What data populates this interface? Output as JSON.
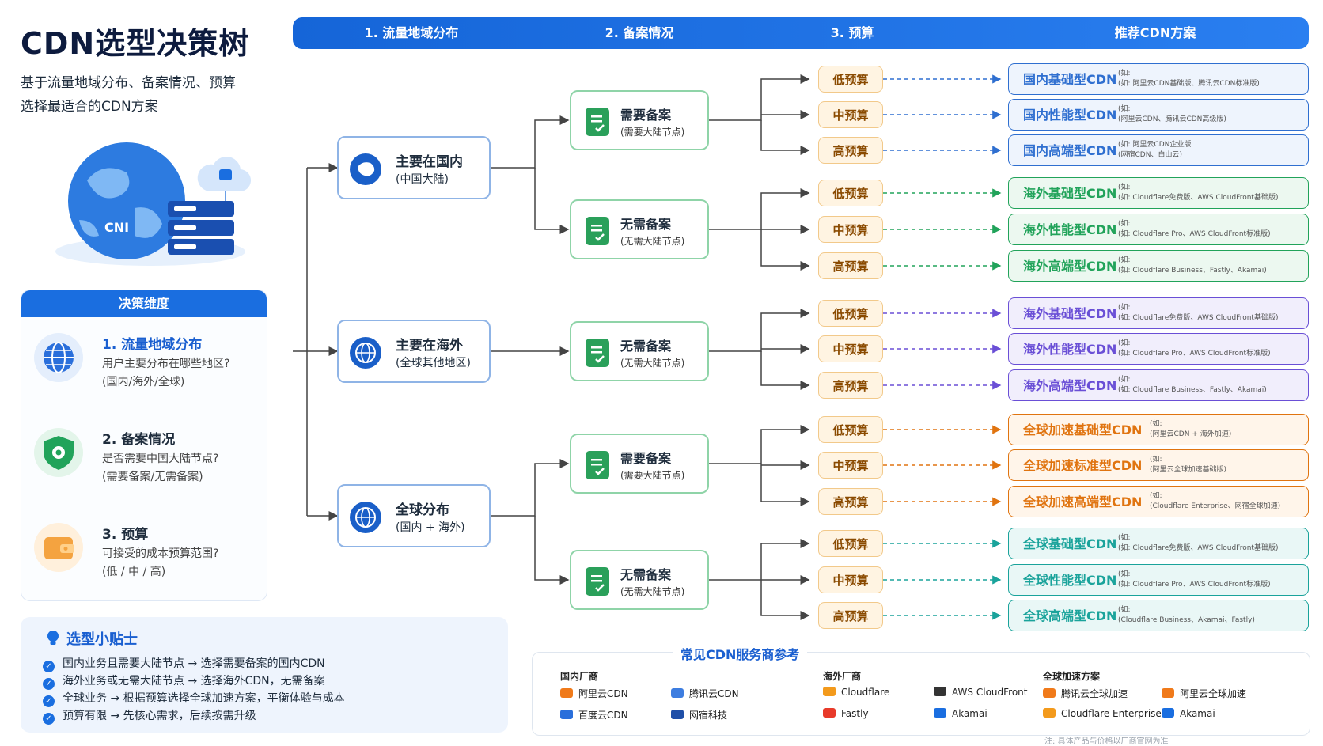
{
  "title": "CDN选型决策树",
  "subtitle_lines": [
    "基于流量地域分布、备案情况、预算",
    "选择最适合的CDN方案"
  ],
  "header": {
    "col1": "1. 流量地域分布",
    "col2": "2. 备案情况",
    "col3": "3. 预算",
    "col4": "推荐CDN方案"
  },
  "dimensions": {
    "title": "决策维度",
    "items": [
      {
        "title": "1. 流量地域分布",
        "desc1": "用户主要分布在哪些地区?",
        "desc2": "(国内/海外/全球)"
      },
      {
        "title": "2. 备案情况",
        "desc1": "是否需要中国大陆节点?",
        "desc2": "(需要备案/无需备案)"
      },
      {
        "title": "3. 预算",
        "desc1": "可接受的成本预算范围?",
        "desc2": "(低 / 中 / 高)"
      }
    ]
  },
  "tips": {
    "title": "选型小贴士",
    "items": [
      "国内业务且需要大陆节点 → 选择需要备案的国内CDN",
      "海外业务或无需大陆节点 → 选择海外CDN，无需备案",
      "全球业务 → 根据预算选择全球加速方案，平衡体验与成本",
      "预算有限 → 先核心需求，后续按需升级"
    ]
  },
  "regions": [
    {
      "title": "主要在国内",
      "desc": "(中国大陆)"
    },
    {
      "title": "主要在海外",
      "desc": "(全球其他地区)"
    },
    {
      "title": "全球分布",
      "desc": "(国内 + 海外)"
    }
  ],
  "filings": [
    {
      "title": "需要备案",
      "desc": "(需要大陆节点)"
    },
    {
      "title": "无需备案",
      "desc": "(无需大陆节点)"
    },
    {
      "title": "无需备案",
      "desc": "(无需大陆节点)"
    },
    {
      "title": "需要备案",
      "desc": "(需要大陆节点)"
    },
    {
      "title": "无需备案",
      "desc": "(无需大陆节点)"
    }
  ],
  "budget_labels": [
    "低预算",
    "中预算",
    "高预算"
  ],
  "recommendations": [
    {
      "name": "国内基础型CDN",
      "ex1": "(如:",
      "ex2": "(如: 阿里云CDN基础版、腾讯云CDN标准版)"
    },
    {
      "name": "国内性能型CDN",
      "ex1": "(如:",
      "ex2": "(阿里云CDN、腾讯云CDN高级版)"
    },
    {
      "name": "国内高端型CDN",
      "ex1": "(如: 阿里云CDN企业版",
      "ex2": "(网宿CDN、白山云)"
    },
    {
      "name": "海外基础型CDN",
      "ex1": "(如:",
      "ex2": "(如: Cloudflare免费版、AWS CloudFront基础版)"
    },
    {
      "name": "海外性能型CDN",
      "ex1": "(如:",
      "ex2": "(如: Cloudflare Pro、AWS CloudFront标准版)"
    },
    {
      "name": "海外高端型CDN",
      "ex1": "(如:",
      "ex2": "(如: Cloudflare Business、Fastly、Akamai)"
    },
    {
      "name": "海外基础型CDN",
      "ex1": "(如:",
      "ex2": "(如: Cloudflare免费版、AWS CloudFront基础版)"
    },
    {
      "name": "海外性能型CDN",
      "ex1": "(如:",
      "ex2": "(如: Cloudflare Pro、AWS CloudFront标准版)"
    },
    {
      "name": "海外高端型CDN",
      "ex1": "(如:",
      "ex2": "(如: Cloudflare Business、Fastly、Akamai)"
    },
    {
      "name": "全球加速基础型CDN",
      "ex1": "(如:",
      "ex2": "(阿里云CDN + 海外加速)"
    },
    {
      "name": "全球加速标准型CDN",
      "ex1": "(如:",
      "ex2": "(阿里云全球加速基础版)"
    },
    {
      "name": "全球加速高端型CDN",
      "ex1": "(如:",
      "ex2": "(Cloudflare Enterprise、网宿全球加速)"
    },
    {
      "name": "全球基础型CDN",
      "ex1": "(如:",
      "ex2": "(如: Cloudflare免费版、AWS CloudFront基础版)"
    },
    {
      "name": "全球性能型CDN",
      "ex1": "(如:",
      "ex2": "(如: Cloudflare Pro、AWS CloudFront标准版)"
    },
    {
      "name": "全球高端型CDN",
      "ex1": "(如:",
      "ex2": "(Cloudflare Business、Akamai、Fastly)"
    }
  ],
  "colors": {
    "blue": "#2f6fd0",
    "green": "#21a35a",
    "purple": "#6a4fd6",
    "orange": "#e07410",
    "teal": "#1aa39b"
  },
  "providers": {
    "title": "常见CDN服务商参考",
    "groups": [
      {
        "title": "国内厂商",
        "items": [
          "阿里云CDN",
          "腾讯云CDN",
          "百度云CDN",
          "网宿科技"
        ]
      },
      {
        "title": "海外厂商",
        "items": [
          "Cloudflare",
          "AWS CloudFront",
          "Fastly",
          "Akamai"
        ]
      },
      {
        "title": "全球加速方案",
        "items": [
          "腾讯云全球加速",
          "阿里云全球加速",
          "Cloudflare Enterprise",
          "Akamai"
        ]
      }
    ],
    "note": "注: 具体产品与价格以厂商官网为准"
  }
}
